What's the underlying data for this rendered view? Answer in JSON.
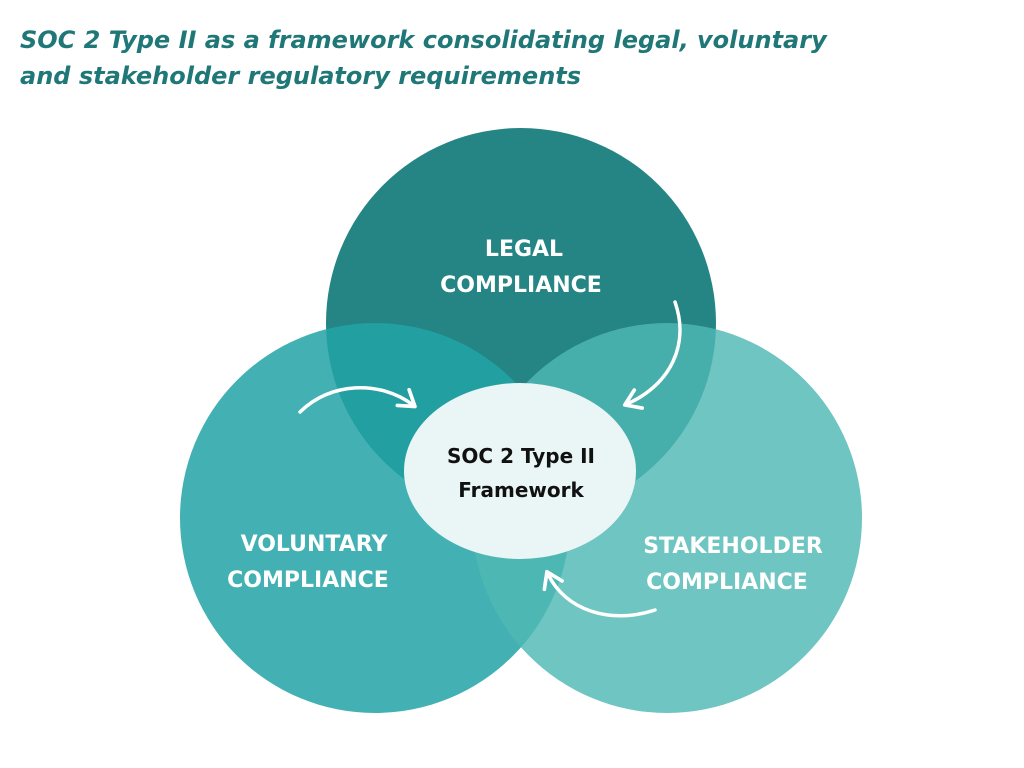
{
  "title": {
    "line1": "SOC 2 Type II as a framework consolidating legal, voluntary",
    "line2": "and stakeholder regulatory requirements"
  },
  "circles": {
    "legal": {
      "line1": "LEGAL",
      "line2": "COMPLIANCE",
      "color": "#1e8080"
    },
    "voluntary": {
      "line1": "VOLUNTARY",
      "line2": "COMPLIANCE",
      "color": "#22a3a6"
    },
    "stakeholder": {
      "line1": "STAKEHOLDER",
      "line2": "COMPLIANCE",
      "color": "#4fb8b3"
    }
  },
  "center": {
    "line1": "SOC 2 Type II",
    "line2": "Framework",
    "color": "#eaf6f6"
  },
  "colors": {
    "title": "#1f7777",
    "arrow": "#ffffff"
  }
}
